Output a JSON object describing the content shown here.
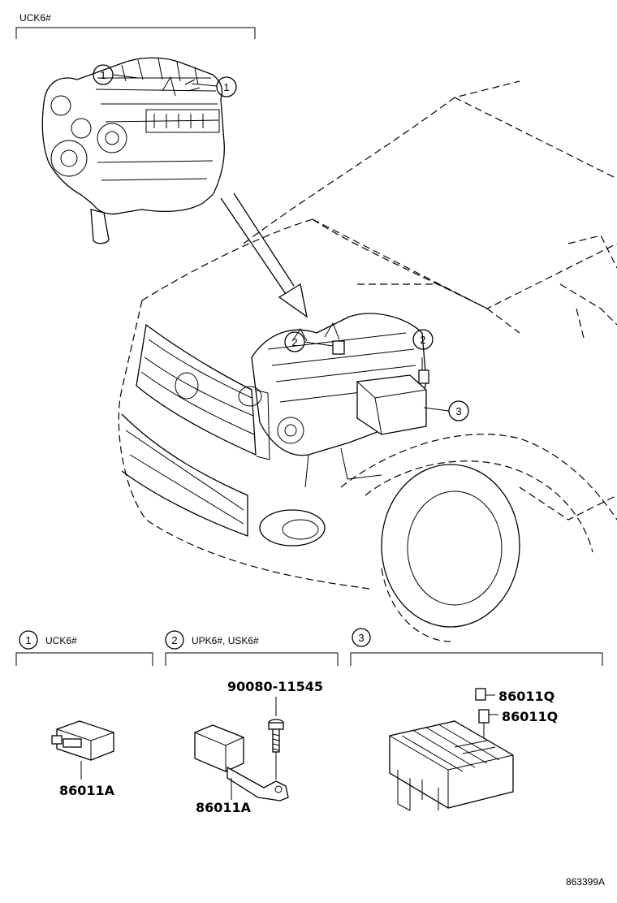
{
  "engine_section": {
    "label": "UCK6#"
  },
  "callouts": {
    "one": "1",
    "two": "2",
    "three": "3"
  },
  "sections": [
    {
      "number": "1",
      "label": "UCK6#"
    },
    {
      "number": "2",
      "label": "UPK6#, USK6#"
    },
    {
      "number": "3",
      "label": ""
    }
  ],
  "parts": {
    "relay_1": "86011A",
    "relay_2": "86011A",
    "bolt": "90080-11545",
    "fuse_a": "86011Q",
    "fuse_b": "86011Q"
  },
  "figure_id": "863399A"
}
